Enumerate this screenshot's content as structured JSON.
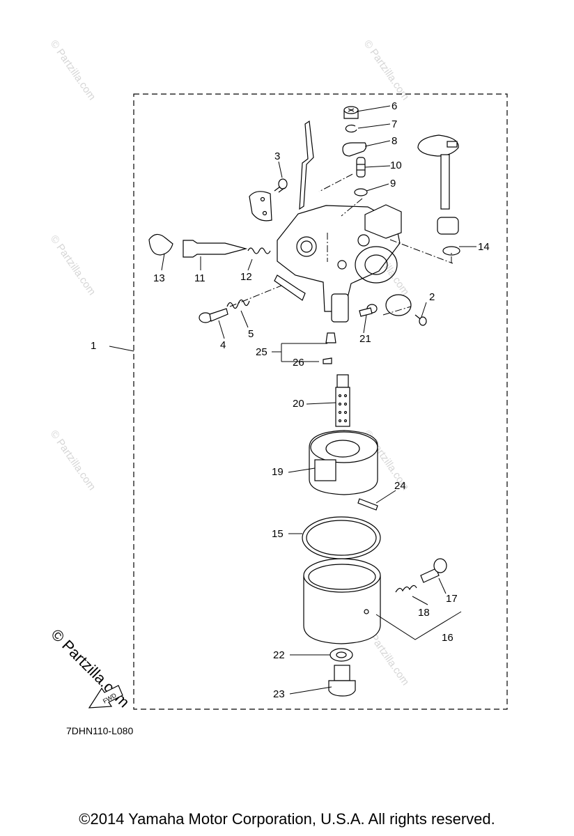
{
  "diagram": {
    "callouts": [
      {
        "id": "1",
        "label": "1"
      },
      {
        "id": "2",
        "label": "2"
      },
      {
        "id": "3",
        "label": "3"
      },
      {
        "id": "4",
        "label": "4"
      },
      {
        "id": "5",
        "label": "5"
      },
      {
        "id": "6",
        "label": "6"
      },
      {
        "id": "7",
        "label": "7"
      },
      {
        "id": "8",
        "label": "8"
      },
      {
        "id": "9",
        "label": "9"
      },
      {
        "id": "10",
        "label": "10"
      },
      {
        "id": "11",
        "label": "11"
      },
      {
        "id": "12",
        "label": "12"
      },
      {
        "id": "13",
        "label": "13"
      },
      {
        "id": "14",
        "label": "14"
      },
      {
        "id": "15",
        "label": "15"
      },
      {
        "id": "16",
        "label": "16"
      },
      {
        "id": "17",
        "label": "17"
      },
      {
        "id": "18",
        "label": "18"
      },
      {
        "id": "19",
        "label": "19"
      },
      {
        "id": "20",
        "label": "20"
      },
      {
        "id": "21",
        "label": "21"
      },
      {
        "id": "22",
        "label": "22"
      },
      {
        "id": "23",
        "label": "23"
      },
      {
        "id": "24",
        "label": "24"
      },
      {
        "id": "25",
        "label": "25"
      },
      {
        "id": "26",
        "label": "26"
      }
    ],
    "diagram_code": "7DHN110-L080",
    "fwd_label": "FWD"
  },
  "watermark": {
    "text": "© Partzilla.com",
    "large_text": "© Partzilla.com"
  },
  "footer": {
    "copyright": "©2014  Yamaha Motor Corporation, U.S.A. All rights reserved."
  },
  "colors": {
    "line": "#000000",
    "watermark": "#d9d9d9",
    "background": "#ffffff"
  }
}
